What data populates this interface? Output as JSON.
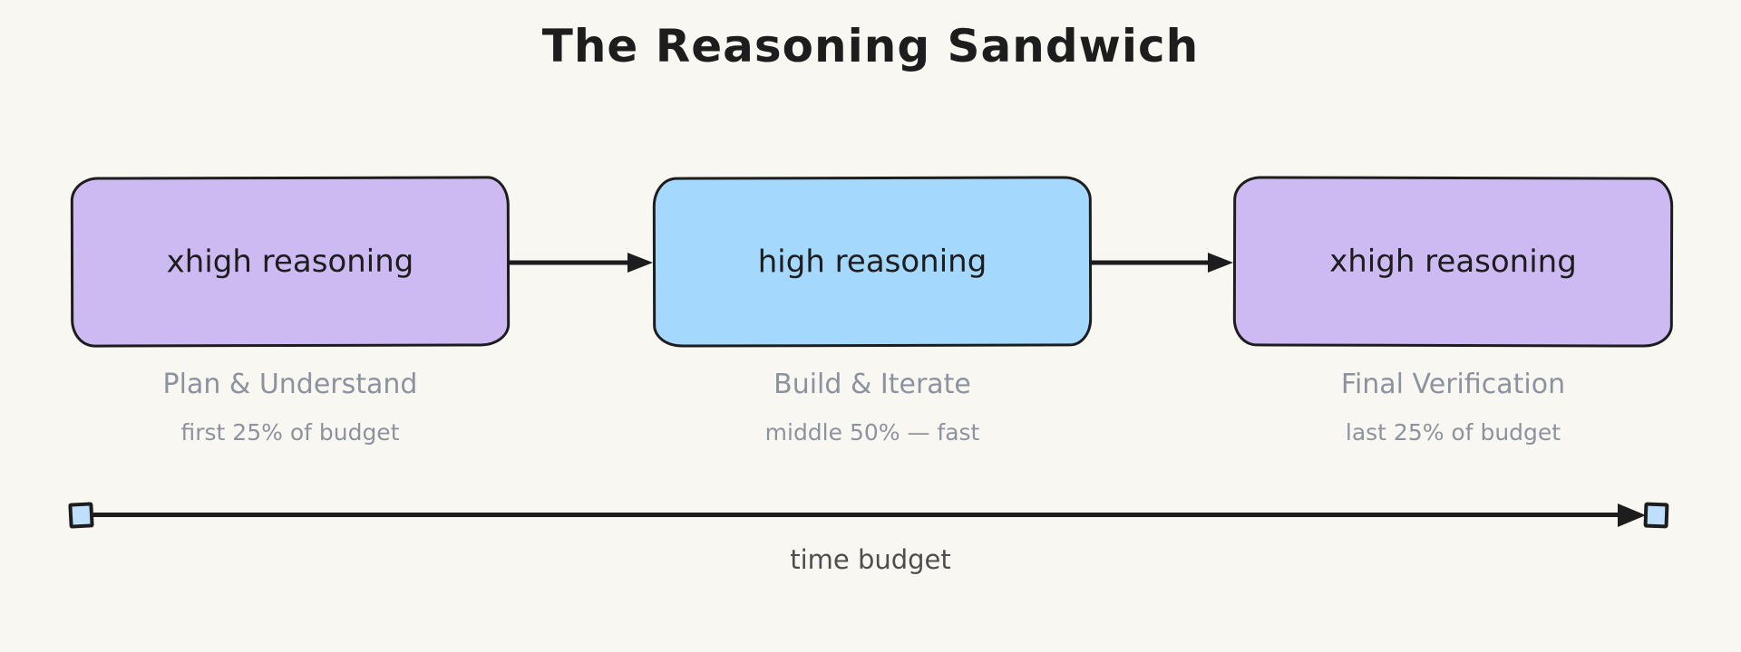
{
  "title": "The Reasoning Sandwich",
  "stages": [
    {
      "box_label": "xhigh reasoning",
      "caption": "Plan & Understand",
      "subcaption": "first 25% of budget",
      "fill": "#cdbaf3",
      "shadow": "#dbccf8"
    },
    {
      "box_label": "high reasoning",
      "caption": "Build & Iterate",
      "subcaption": "middle 50% — fast",
      "fill": "#a4d8fd",
      "shadow": "#c6e6fe"
    },
    {
      "box_label": "xhigh reasoning",
      "caption": "Final Verification",
      "subcaption": "last 25% of budget",
      "fill": "#cdbaf3",
      "shadow": "#dbccf8"
    }
  ],
  "timeline": {
    "label": "time budget",
    "endpoint_fill": "#bfe0fd"
  },
  "colors": {
    "background": "#f9f7f2",
    "stroke": "#1d1d1d",
    "caption_text": "#8d939e",
    "timeline_label_text": "#4e4e4e"
  }
}
